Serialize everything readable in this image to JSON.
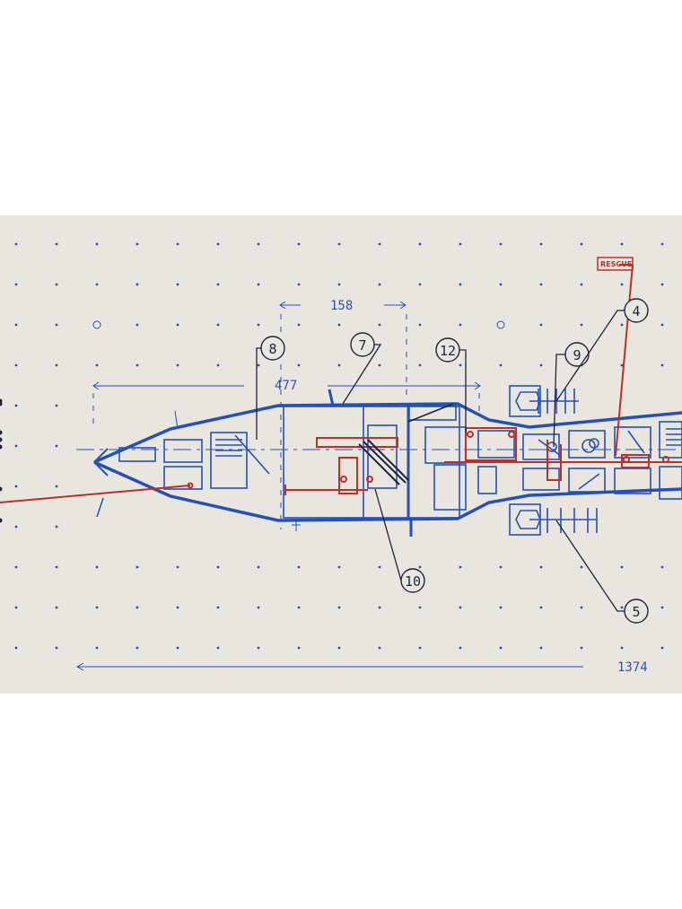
{
  "drawing": {
    "paper_color": "#e8e6df",
    "line_color": "#2450b8",
    "accent_color": "#b8322a",
    "leader_color": "#1c2340",
    "dimensions": {
      "d158": "158",
      "d477": "477",
      "d1374": "1374"
    },
    "rescue_label": "RESCUE",
    "callouts": [
      "8",
      "7",
      "12",
      "9",
      "4",
      "10",
      "5"
    ]
  }
}
